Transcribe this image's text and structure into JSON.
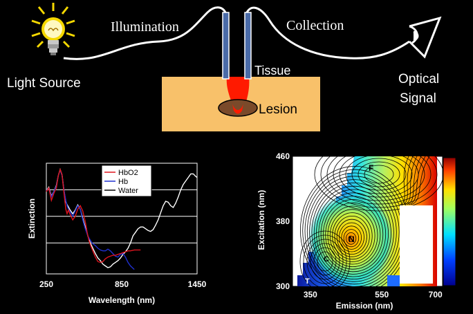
{
  "schematic": {
    "light_source_label": "Light Source",
    "illumination_label": "Illumination",
    "collection_label": "Collection",
    "tissue_label": "Tissue",
    "lesion_label": "Lesion",
    "optical_signal_line1": "Optical",
    "optical_signal_line2": "Signal",
    "colors": {
      "tissue": "#f8c16a",
      "lesion": "#7a4a2a",
      "light_plume": "#ff1a00",
      "fiber": "#4a6ba8",
      "bulb_glow": "#f5d800"
    }
  },
  "chart_data": [
    {
      "type": "line",
      "xlabel": "Wavelength (nm)",
      "ylabel": "Extinction",
      "x_ticks": [
        "250",
        "850",
        "1450"
      ],
      "xlim": [
        250,
        1450
      ],
      "legend": {
        "position": "top-center",
        "entries": [
          "HbO2",
          "Hb",
          "Water"
        ]
      },
      "grid": "horizontal",
      "series": [
        {
          "name": "HbO2",
          "color": "#e0141e",
          "x": [
            250,
            270,
            290,
            310,
            330,
            345,
            360,
            375,
            390,
            405,
            415,
            425,
            440,
            460,
            480,
            500,
            520,
            540,
            560,
            575,
            590,
            605,
            620,
            640,
            660,
            680,
            700,
            720,
            740,
            760,
            780,
            800,
            820,
            840,
            860,
            880,
            900,
            920,
            950,
            1000
          ],
          "y": [
            0.68,
            0.72,
            0.58,
            0.66,
            0.72,
            0.86,
            0.93,
            0.87,
            0.67,
            0.48,
            0.43,
            0.47,
            0.42,
            0.36,
            0.4,
            0.48,
            0.52,
            0.46,
            0.34,
            0.22,
            0.12,
            0.06,
            0.01,
            -0.06,
            -0.11,
            -0.12,
            -0.11,
            -0.08,
            -0.06,
            -0.05,
            -0.04,
            -0.04,
            -0.03,
            -0.02,
            -0.01,
            0.0,
            0.01,
            0.01,
            0.02,
            0.02
          ]
        },
        {
          "name": "Hb",
          "color": "#2030d0",
          "x": [
            250,
            270,
            290,
            310,
            330,
            345,
            360,
            375,
            390,
            405,
            415,
            425,
            440,
            460,
            480,
            500,
            520,
            540,
            560,
            580,
            600,
            620,
            640,
            660,
            680,
            700,
            720,
            740,
            760,
            780,
            800,
            820,
            840,
            860,
            880,
            900,
            920,
            950
          ],
          "y": [
            0.69,
            0.72,
            0.62,
            0.68,
            0.74,
            0.86,
            0.92,
            0.86,
            0.7,
            0.58,
            0.52,
            0.48,
            0.45,
            0.4,
            0.46,
            0.52,
            0.48,
            0.36,
            0.26,
            0.18,
            0.13,
            0.09,
            0.07,
            0.04,
            0.02,
            0.01,
            0.01,
            0.03,
            0.01,
            -0.02,
            -0.05,
            -0.06,
            -0.03,
            -0.02,
            -0.06,
            -0.12,
            -0.16,
            -0.2
          ]
        },
        {
          "name": "Water",
          "color": "#ffffff",
          "x": [
            250,
            270,
            290,
            310,
            330,
            345,
            360,
            375,
            390,
            405,
            420,
            440,
            460,
            480,
            500,
            520,
            540,
            560,
            580,
            600,
            620,
            640,
            660,
            680,
            700,
            720,
            740,
            760,
            780,
            800,
            820,
            840,
            860,
            880,
            900,
            920,
            940,
            960,
            980,
            1000,
            1020,
            1040,
            1060,
            1080,
            1100,
            1120,
            1140,
            1160,
            1180,
            1200,
            1220,
            1240,
            1260,
            1280,
            1300,
            1320,
            1340,
            1360,
            1380,
            1400,
            1420,
            1440,
            1450
          ],
          "y": [
            0.69,
            0.73,
            0.63,
            0.68,
            0.75,
            0.86,
            0.93,
            0.87,
            0.7,
            0.56,
            0.52,
            0.47,
            0.43,
            0.47,
            0.53,
            0.48,
            0.38,
            0.28,
            0.18,
            0.1,
            0.04,
            -0.02,
            -0.07,
            -0.1,
            -0.14,
            -0.16,
            -0.18,
            -0.17,
            -0.14,
            -0.12,
            -0.1,
            -0.07,
            -0.03,
            0.0,
            0.04,
            0.1,
            0.18,
            0.22,
            0.26,
            0.28,
            0.28,
            0.26,
            0.24,
            0.23,
            0.25,
            0.3,
            0.36,
            0.44,
            0.52,
            0.57,
            0.56,
            0.52,
            0.5,
            0.55,
            0.62,
            0.7,
            0.76,
            0.8,
            0.84,
            0.88,
            0.88,
            0.85,
            0.84
          ]
        }
      ]
    },
    {
      "type": "heatmap",
      "subtype": "contour",
      "xlabel": "Emission (nm)",
      "ylabel": "Excitation (nm)",
      "x_ticks": [
        "350",
        "550",
        "700"
      ],
      "y_ticks": [
        "460",
        "380",
        "300"
      ],
      "xlim": [
        300,
        720
      ],
      "ylim": [
        300,
        460
      ],
      "colormap": "jet",
      "colorbar": "right",
      "annotations": [
        "F",
        "N",
        "C",
        "T"
      ]
    }
  ]
}
